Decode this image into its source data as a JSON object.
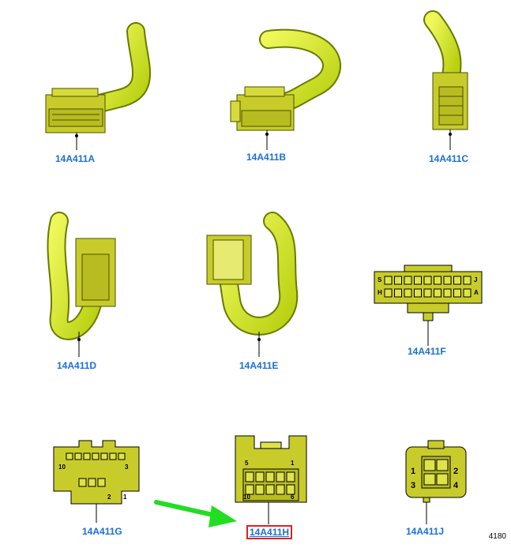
{
  "connectors": [
    {
      "id": "14A411A"
    },
    {
      "id": "14A411B"
    },
    {
      "id": "14A411C"
    },
    {
      "id": "14A411D"
    },
    {
      "id": "14A411E"
    },
    {
      "id": "14A411F",
      "pins": {
        "top_left": "S",
        "top_right": "J",
        "bottom_left": "H",
        "bottom_right": "A"
      }
    },
    {
      "id": "14A411G",
      "pins": {
        "top_left": "10",
        "top_right": "3",
        "bottom_mid": "2",
        "bottom_right": "1"
      }
    },
    {
      "id": "14A411H",
      "highlighted": true,
      "pins": {
        "top_left": "5",
        "top_right": "1",
        "bottom_left": "10",
        "bottom_right": "6"
      }
    },
    {
      "id": "14A411J",
      "pins": {
        "p1": "1",
        "p2": "2",
        "p3": "3",
        "p4": "4"
      }
    }
  ],
  "figure_number": "4180",
  "colors": {
    "connector_fill": "#c8cc2a",
    "harness": "#d8ec2e",
    "label": "#1a6fd6",
    "arrow": "#22dd22",
    "highlight": "#e02020"
  },
  "pointer": {
    "icon": "green-arrow-icon",
    "target": "14A411H"
  }
}
